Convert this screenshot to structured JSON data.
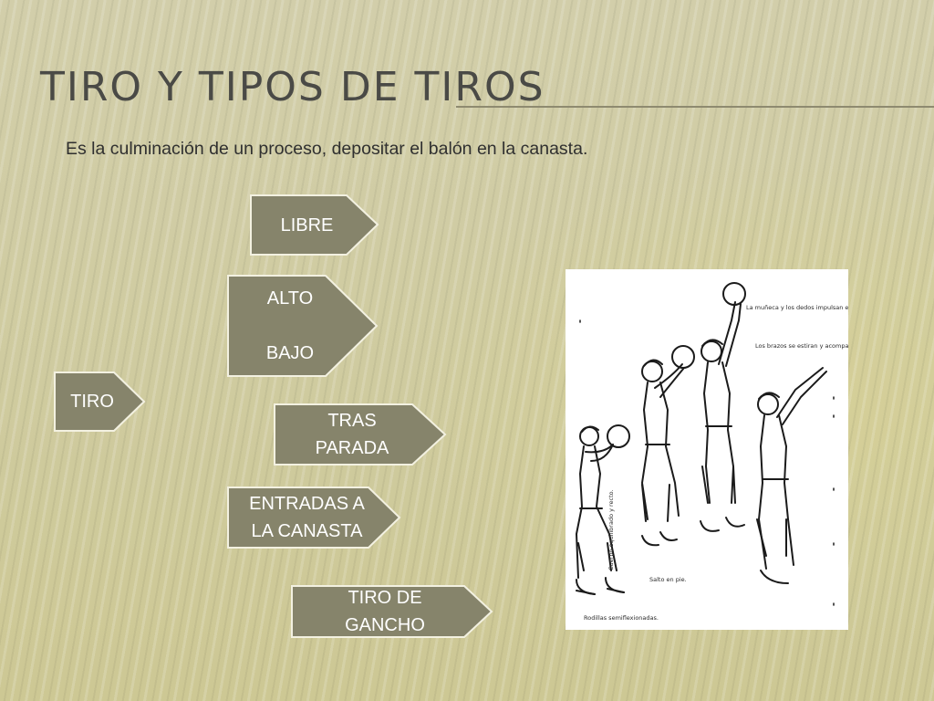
{
  "title": "TIRO Y TIPOS DE TIROS",
  "subtitle": "Es la culminación de un proceso, depositar  el balón en la canasta.",
  "root": {
    "label": "TIRO"
  },
  "types": [
    {
      "lines": [
        "LIBRE"
      ]
    },
    {
      "lines": [
        "ALTO",
        "",
        "BAJO"
      ]
    },
    {
      "lines": [
        "TRAS",
        "PARADA"
      ]
    },
    {
      "lines": [
        "ENTRADAS A",
        "LA CANASTA"
      ]
    },
    {
      "lines": [
        "TIRO DE",
        "GANCHO"
      ]
    }
  ],
  "illustration": {
    "annotations": [
      "La muñeca y los dedos impulsan el balón.",
      "Los brazos se estiran y acompañan el lanzamiento.",
      "Cuerpo equilibrado y recto.",
      "Salto en pie.",
      "Rodillas semiflexionadas."
    ]
  },
  "colors": {
    "shape_fill": "#86846b",
    "shape_border": "#f3f1e1",
    "title": "#4a4a46"
  }
}
